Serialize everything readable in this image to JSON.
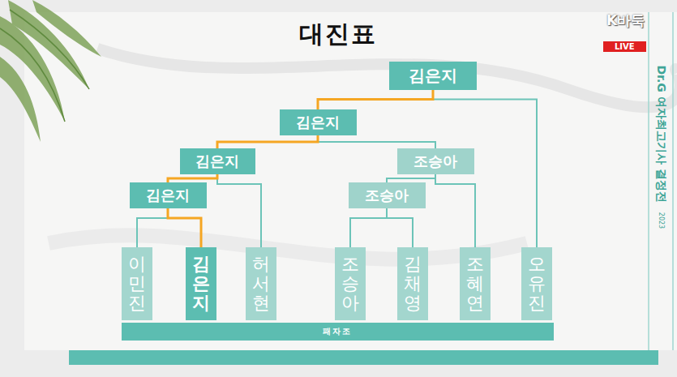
{
  "diagram": {
    "title": "대진표",
    "nodes": [
      {
        "text": [
          "김은지"
        ]
      },
      {
        "text": [
          "김은지"
        ]
      },
      {
        "text": [
          "김은지"
        ]
      },
      {
        "text": [
          "조승아"
        ]
      },
      {
        "text": [
          "김은지"
        ]
      },
      {
        "text": [
          "조승아"
        ]
      },
      {
        "text": [
          "이민진"
        ]
      },
      {
        "text": [
          "김은지"
        ]
      },
      {
        "text": [
          "허서현"
        ]
      },
      {
        "text": [
          "조승아"
        ]
      },
      {
        "text": [
          "김채영"
        ]
      },
      {
        "text": [
          "조혜연"
        ]
      },
      {
        "text": [
          "오유진"
        ]
      },
      {
        "text": [
          "패자조"
        ]
      }
    ],
    "edges": [
      {
        "from": 0,
        "to": 1,
        "arrow": "none"
      },
      {
        "from": 0,
        "to": 12,
        "arrow": "none"
      },
      {
        "from": 1,
        "to": 2,
        "arrow": "none"
      },
      {
        "from": 1,
        "to": 3,
        "arrow": "none"
      },
      {
        "from": 2,
        "to": 4,
        "arrow": "none"
      },
      {
        "from": 2,
        "to": 8,
        "arrow": "none"
      },
      {
        "from": 4,
        "to": 6,
        "arrow": "none"
      },
      {
        "from": 4,
        "to": 7,
        "arrow": "none"
      },
      {
        "from": 3,
        "to": 5,
        "arrow": "none"
      },
      {
        "from": 3,
        "to": 11,
        "arrow": "none"
      },
      {
        "from": 5,
        "to": 9,
        "arrow": "none"
      },
      {
        "from": 5,
        "to": 10,
        "arrow": "none"
      }
    ],
    "labels": [
      "K바둑",
      "LIVE",
      "Dr.G 여자최고기사 결정전",
      "2023"
    ]
  }
}
